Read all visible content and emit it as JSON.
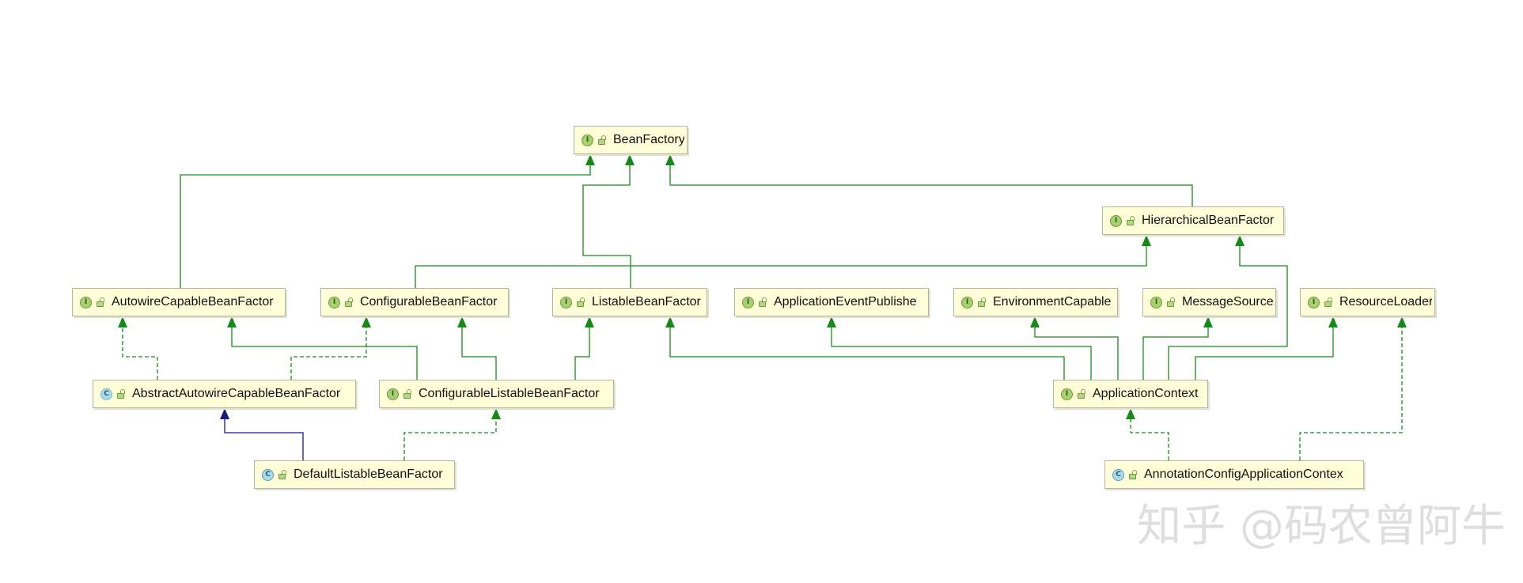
{
  "diagram": {
    "nodes": {
      "bean_factory": {
        "label": "BeanFactory",
        "badge": "I",
        "icon": "interface-icon"
      },
      "hierarchical_bean_factory": {
        "label": "HierarchicalBeanFactor",
        "badge": "I",
        "icon": "interface-icon"
      },
      "autowire_capable_bean_factory": {
        "label": "AutowireCapableBeanFactor",
        "badge": "I",
        "icon": "interface-icon"
      },
      "configurable_bean_factory": {
        "label": "ConfigurableBeanFactor",
        "badge": "I",
        "icon": "interface-icon"
      },
      "listable_bean_factory": {
        "label": "ListableBeanFactor",
        "badge": "I",
        "icon": "interface-icon"
      },
      "application_event_publisher": {
        "label": "ApplicationEventPublishe",
        "badge": "I",
        "icon": "interface-icon"
      },
      "environment_capable": {
        "label": "EnvironmentCapable",
        "badge": "I",
        "icon": "interface-icon"
      },
      "message_source": {
        "label": "MessageSource",
        "badge": "I",
        "icon": "interface-icon"
      },
      "resource_loader": {
        "label": "ResourceLoader",
        "badge": "I",
        "icon": "interface-icon"
      },
      "abstract_autowire_capable_bean_factory": {
        "label": "AbstractAutowireCapableBeanFactor",
        "badge": "C",
        "icon": "abstract-class-icon"
      },
      "configurable_listable_bean_factory": {
        "label": "ConfigurableListableBeanFactor",
        "badge": "I",
        "icon": "interface-icon"
      },
      "application_context": {
        "label": "ApplicationContext",
        "badge": "I",
        "icon": "interface-icon"
      },
      "default_listable_bean_factory": {
        "label": "DefaultListableBeanFactor",
        "badge": "C",
        "icon": "class-icon"
      },
      "annotation_config_application_context": {
        "label": "AnnotationConfigApplicationContex",
        "badge": "C",
        "icon": "class-icon"
      }
    },
    "visibility_icon": "public-visibility-icon"
  },
  "watermark": {
    "text": "知乎 @码农曾阿牛"
  },
  "colors": {
    "node_fill": "#fffed8",
    "node_border": "#b4b4a2",
    "edge_green": "#168a16",
    "edge_blue": "#1a1a80",
    "interface_badge": "#a8d070",
    "class_badge": "#a8dcea",
    "watermark": "#dedede"
  }
}
